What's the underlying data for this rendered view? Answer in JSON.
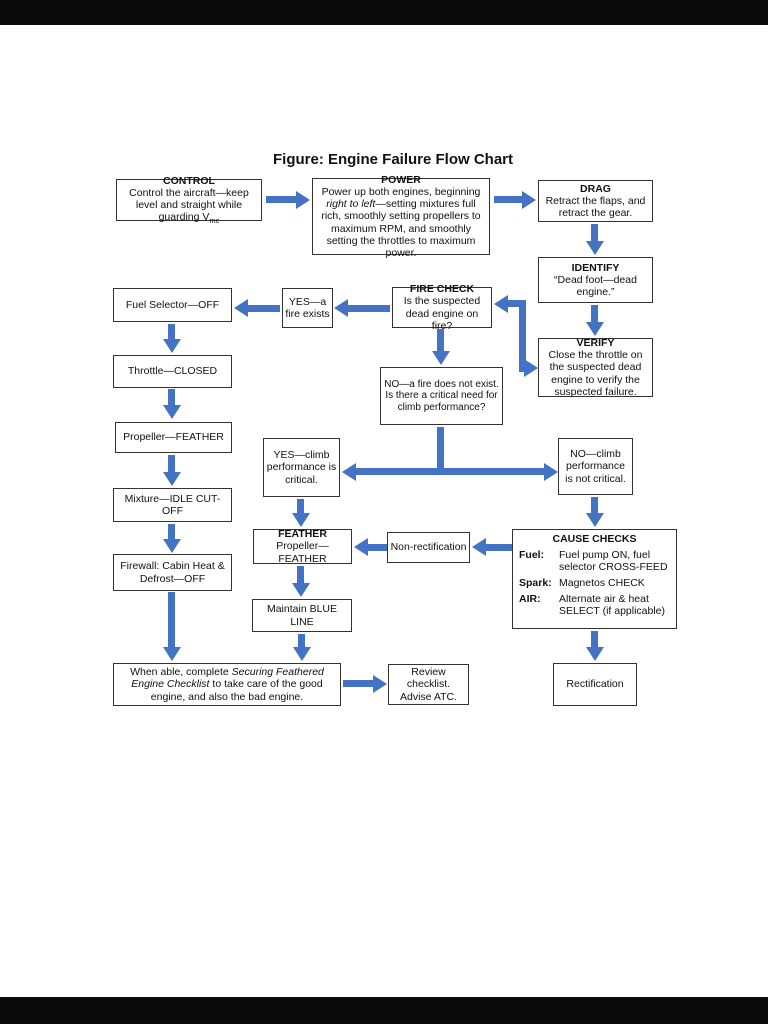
{
  "page": {
    "title": "Figure: Engine Failure Flow Chart",
    "colors": {
      "arrow": "#4472C4",
      "box_border": "#333333",
      "letterbox": "#0a0a0a",
      "background": "#ffffff"
    }
  },
  "nodes": {
    "control": {
      "title": "CONTROL",
      "body_main": "Control the aircraft—keep level and straight while guarding V",
      "body_sub": "mc"
    },
    "power": {
      "title": "POWER",
      "body_pre": "Power up both engines, beginning ",
      "body_italic": "right to left",
      "body_post": "—setting mixtures full rich, smoothly setting propellers to maximum RPM, and smoothly setting the throttles to maximum power."
    },
    "drag": {
      "title": "DRAG",
      "body": "Retract the flaps, and retract the gear."
    },
    "identify": {
      "title": "IDENTIFY",
      "body": "“Dead foot—dead engine.”"
    },
    "verify": {
      "title": "VERIFY",
      "body": "Close the throttle on the suspected dead engine to verify the suspected failure."
    },
    "fire_check": {
      "title": "FIRE CHECK",
      "body": "Is the suspected dead engine on fire?"
    },
    "yes_fire": {
      "body": "YES—a fire exists"
    },
    "fuel_selector": {
      "body": "Fuel Selector—OFF"
    },
    "throttle": {
      "body": "Throttle—CLOSED"
    },
    "propeller": {
      "body": "Propeller—FEATHER"
    },
    "mixture": {
      "body": "Mixture—IDLE CUT-OFF"
    },
    "firewall": {
      "body": "Firewall: Cabin Heat & Defrost—OFF"
    },
    "no_fire": {
      "body": "NO—a fire does not exist. Is there a critical need for climb performance?"
    },
    "yes_climb": {
      "body": "YES—climb performance is critical."
    },
    "no_climb": {
      "body": "NO—climb performance is not critical."
    },
    "feather": {
      "title": "FEATHER",
      "body": "Propeller—FEATHER"
    },
    "non_rectification": {
      "body": "Non-rectification"
    },
    "cause_checks": {
      "title": "CAUSE CHECKS",
      "rows": [
        {
          "label": "Fuel:",
          "text": "Fuel pump ON, fuel selector CROSS-FEED"
        },
        {
          "label": "Spark:",
          "text": "Magnetos CHECK"
        },
        {
          "label": "AIR:",
          "text": "Alternate air & heat SELECT (if applicable)"
        }
      ]
    },
    "maintain_blue_line": {
      "body": "Maintain BLUE LINE"
    },
    "when_able": {
      "body_pre": "When able, complete ",
      "body_italic": "Securing Feathered Engine Checklist",
      "body_post": " to take care of the good engine, and also the bad engine."
    },
    "review": {
      "line1": "Review checklist.",
      "line2": "Advise ATC."
    },
    "rectification": {
      "body": "Rectification"
    }
  }
}
